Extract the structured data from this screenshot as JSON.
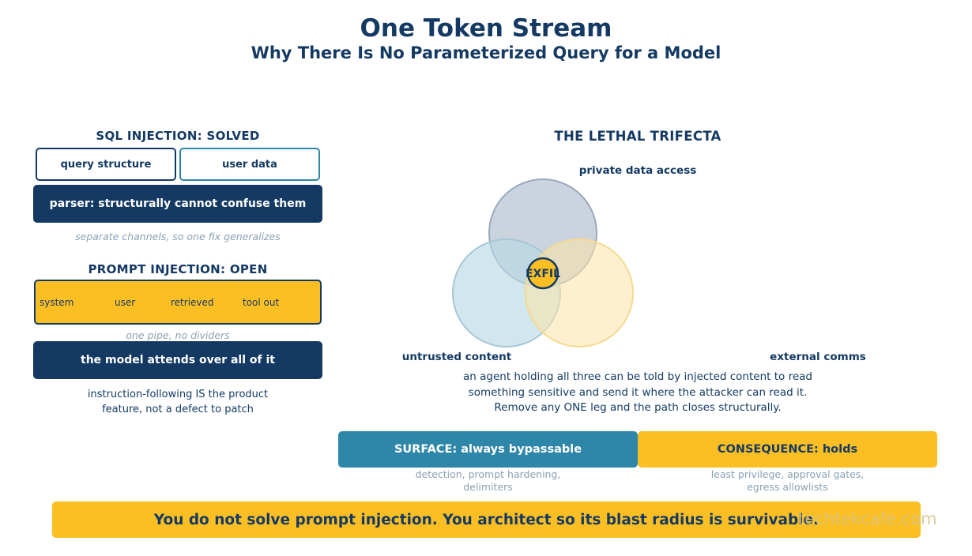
{
  "header": {
    "title": "One Token Stream",
    "subtitle": "Why There Is No Parameterized Query for a Model"
  },
  "sql": {
    "heading": "SQL INJECTION: SOLVED",
    "box_structure": "query structure",
    "box_data": "user data",
    "parser": "parser: structurally cannot confuse them",
    "note": "separate channels, so one fix generalizes"
  },
  "prompt": {
    "heading": "PROMPT INJECTION: OPEN",
    "pipe_items": [
      "system",
      "user",
      "retrieved",
      "tool out"
    ],
    "pipe_note": "one pipe, no dividers",
    "attend": "the model attends over all of it",
    "note_line1": "instruction-following IS the product",
    "note_line2": "feature, not a defect to patch"
  },
  "trifecta": {
    "heading": "THE LETHAL TRIFECTA",
    "label_top": "private data access",
    "label_left": "untrusted content",
    "label_right": "external comms",
    "center": "EXFIL",
    "desc_line1": "an agent holding all three can be told by injected content to read",
    "desc_line2": "something sensitive and send it where the attacker can read it.",
    "desc_line3": "Remove any ONE leg and the path closes structurally."
  },
  "surface": {
    "label": "SURFACE: always bypassable",
    "note_line1": "detection, prompt hardening,",
    "note_line2": "delimiters"
  },
  "consequence": {
    "label": "CONSEQUENCE: holds",
    "note_line1": "least privilege, approval gates,",
    "note_line2": "egress allowlists"
  },
  "footer": {
    "text": "You do not solve prompt injection. You architect so its blast radius is survivable.",
    "watermark": "techtekcafe.com"
  },
  "colors": {
    "navy": "#143a63",
    "teal": "#2e86a8",
    "amber": "#fbbf24",
    "muted": "#8aa1b5"
  }
}
